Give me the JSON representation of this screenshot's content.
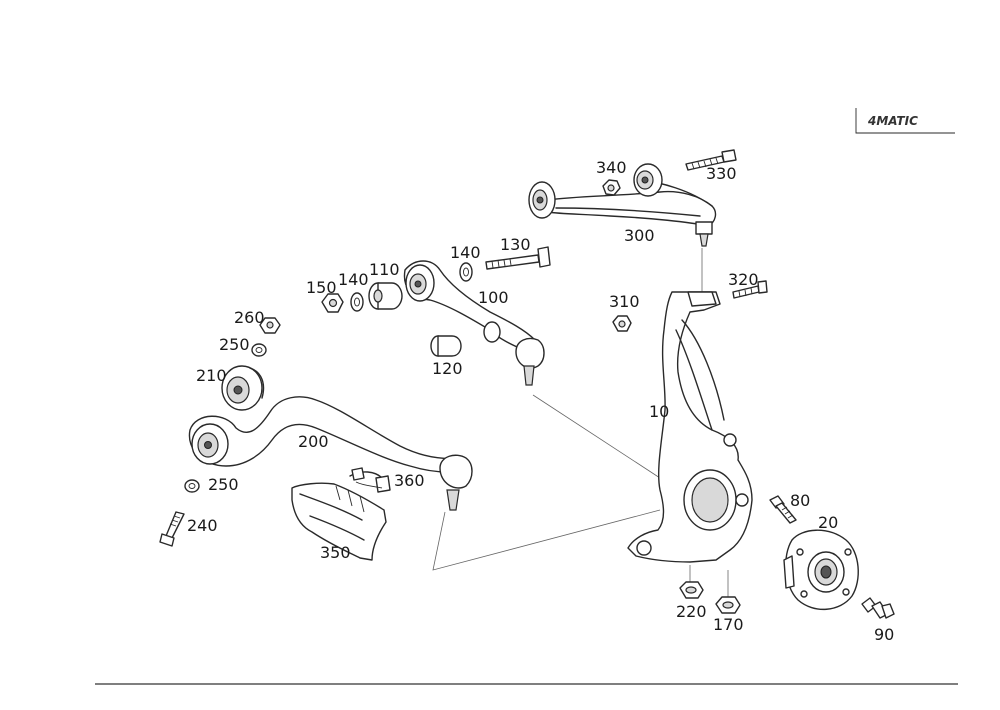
{
  "badge": {
    "text": "4MATIC"
  },
  "parts": [
    {
      "id": "330",
      "label": "330"
    },
    {
      "id": "340",
      "label": "340"
    },
    {
      "id": "300",
      "label": "300"
    },
    {
      "id": "130",
      "label": "130"
    },
    {
      "id": "140a",
      "label": "140"
    },
    {
      "id": "140b",
      "label": "140"
    },
    {
      "id": "150",
      "label": "150"
    },
    {
      "id": "110",
      "label": "110"
    },
    {
      "id": "100",
      "label": "100"
    },
    {
      "id": "120",
      "label": "120"
    },
    {
      "id": "320",
      "label": "320"
    },
    {
      "id": "310",
      "label": "310"
    },
    {
      "id": "260",
      "label": "260"
    },
    {
      "id": "250a",
      "label": "250"
    },
    {
      "id": "210",
      "label": "210"
    },
    {
      "id": "200",
      "label": "200"
    },
    {
      "id": "250b",
      "label": "250"
    },
    {
      "id": "240",
      "label": "240"
    },
    {
      "id": "360",
      "label": "360"
    },
    {
      "id": "350",
      "label": "350"
    },
    {
      "id": "10",
      "label": "10"
    },
    {
      "id": "80",
      "label": "80"
    },
    {
      "id": "20",
      "label": "20"
    },
    {
      "id": "220",
      "label": "220"
    },
    {
      "id": "170",
      "label": "170"
    },
    {
      "id": "90",
      "label": "90"
    }
  ]
}
